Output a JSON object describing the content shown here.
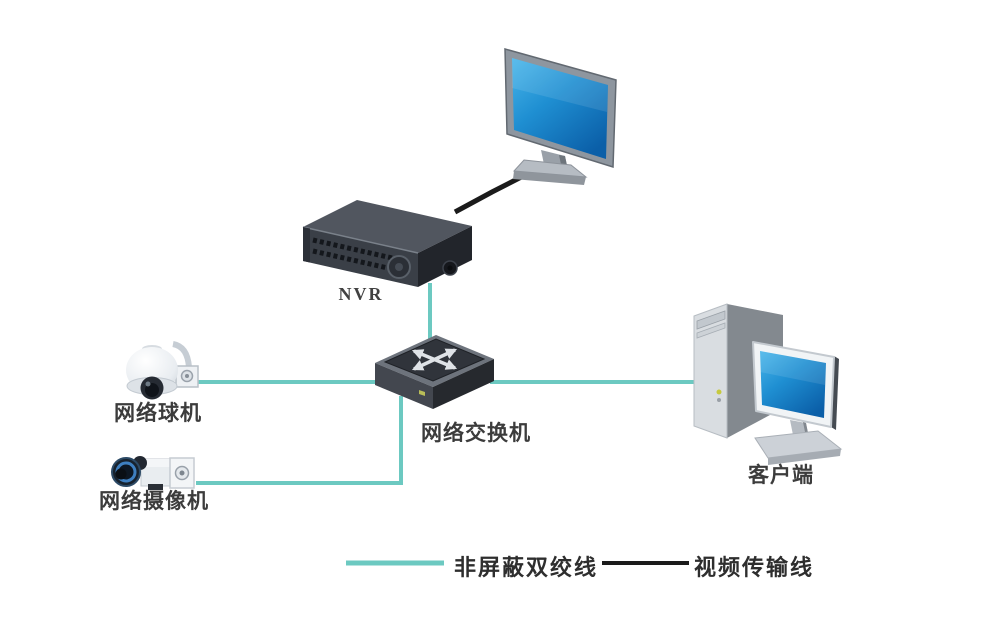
{
  "diagram": {
    "type": "network-topology",
    "nodes": [
      {
        "id": "display",
        "kind": "video-monitor",
        "label": ""
      },
      {
        "id": "nvr",
        "kind": "nvr-recorder",
        "label": "NVR"
      },
      {
        "id": "switch",
        "kind": "network-switch",
        "label": "网络交换机"
      },
      {
        "id": "dome_camera",
        "kind": "ptz-dome-camera",
        "label": "网络球机"
      },
      {
        "id": "box_camera",
        "kind": "ip-camera",
        "label": "网络摄像机"
      },
      {
        "id": "client",
        "kind": "client-pc",
        "label": "客户端"
      }
    ],
    "edges": [
      {
        "from": "nvr",
        "to": "display",
        "line": "video"
      },
      {
        "from": "nvr",
        "to": "switch",
        "line": "utp"
      },
      {
        "from": "dome_camera",
        "to": "switch",
        "line": "utp"
      },
      {
        "from": "box_camera",
        "to": "switch",
        "line": "utp"
      },
      {
        "from": "switch",
        "to": "client",
        "line": "utp"
      }
    ]
  },
  "labels": {
    "nvr": "NVR",
    "switch": "网络交换机",
    "dome_camera": "网络球机",
    "box_camera": "网络摄像机",
    "client": "客户端"
  },
  "legend": {
    "utp": {
      "label": "非屏蔽双绞线",
      "color": "#6cc9c1"
    },
    "video": {
      "label": "视频传输线",
      "color": "#1b1b1b"
    }
  },
  "colors": {
    "screen_blue": "#1f8fd2",
    "device_dark": "#3a3f47",
    "device_light": "#d9dde1"
  }
}
